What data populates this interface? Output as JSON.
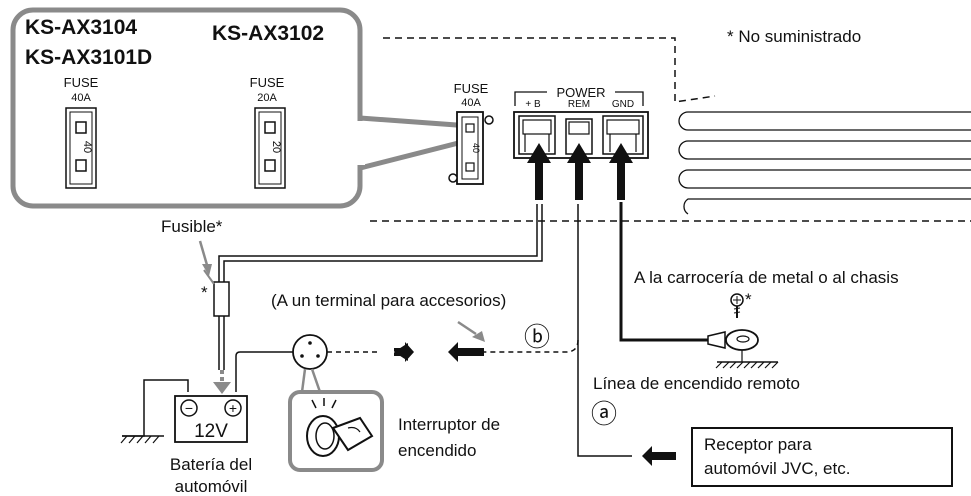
{
  "inset": {
    "models_left": [
      "KS-AX3104",
      "KS-AX3101D"
    ],
    "models_right": "KS-AX3102",
    "fuse_left": {
      "label": "FUSE",
      "rating": "40A",
      "mark": "40"
    },
    "fuse_right": {
      "label": "FUSE",
      "rating": "20A",
      "mark": "20"
    }
  },
  "not_supplied_note": "* No suministrado",
  "amp_fuse": {
    "label": "FUSE",
    "rating": "40A",
    "mark": "40"
  },
  "power_block": {
    "label": "POWER",
    "terminals": [
      "+ B",
      "REM",
      "GND"
    ]
  },
  "labels": {
    "fuse_star": "Fusible*",
    "asterisk": "*",
    "accessory_terminal": "(A un terminal para accesorios)",
    "ground_target": "A la carrocería de metal o al chasis",
    "screw_star": "*",
    "remote_line": "Línea de encendido remoto",
    "circle_a": "ⓐ",
    "circle_b": "ⓑ",
    "ignition_switch": [
      "Interruptor de",
      "encendido"
    ],
    "battery": [
      "Batería del",
      "automóvil"
    ],
    "battery_voltage": "12V",
    "battery_minus": "−",
    "battery_plus": "+",
    "receiver_box": [
      "Receptor para",
      "automóvil JVC, etc."
    ]
  }
}
